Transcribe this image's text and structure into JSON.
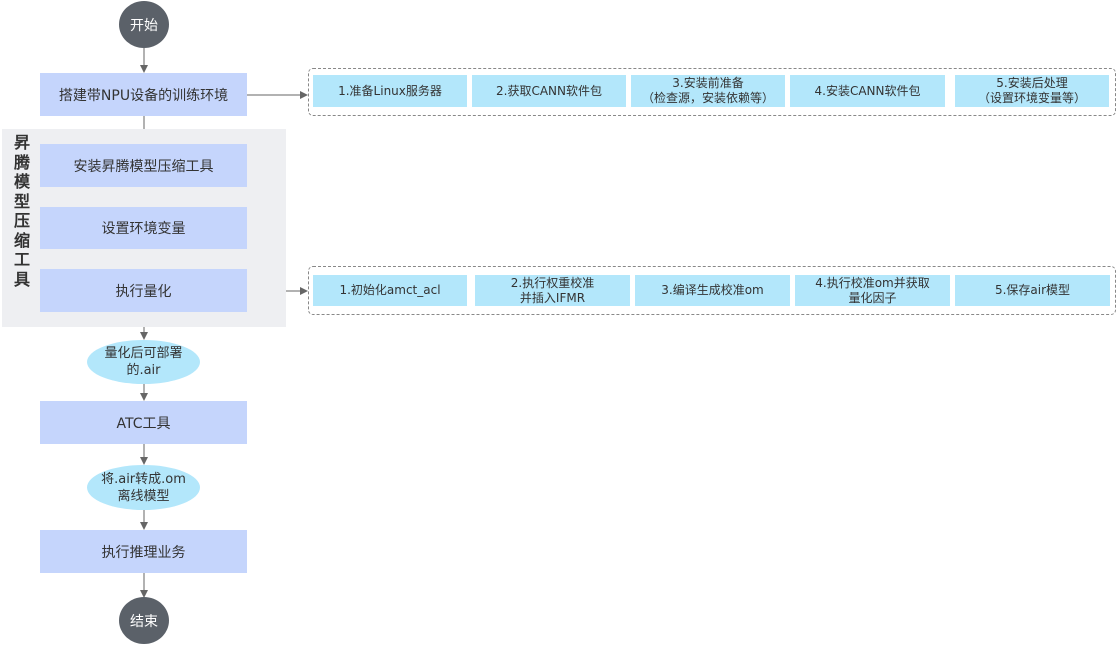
{
  "start_label": "开始",
  "end_label": "结束",
  "steps": {
    "setup_env": "搭建带NPU设备的训练环境",
    "install_tool": "安装昇腾模型压缩工具",
    "set_env_vars": "设置环境变量",
    "run_quant": "执行量化",
    "atc_tool": "ATC工具",
    "run_inference": "执行推理业务"
  },
  "group_label": [
    "昇",
    "腾",
    "模",
    "型",
    "压",
    "缩",
    "工",
    "具"
  ],
  "artifacts": {
    "air_line1": "量化后可部署",
    "air_line2": "的.air",
    "om_line1": "将.air转成.om",
    "om_line2": "离线模型"
  },
  "setup_substeps": [
    [
      "1.准备Linux服务器"
    ],
    [
      "2.获取CANN软件包"
    ],
    [
      "3.安装前准备",
      "（检查源，安装依赖等）"
    ],
    [
      "4.安装CANN软件包"
    ],
    [
      "5.安装后处理",
      "（设置环境变量等）"
    ]
  ],
  "quant_substeps": [
    [
      "1.初始化amct_acl"
    ],
    [
      "2.执行权重校准",
      "并插入IFMR"
    ],
    [
      "3.编译生成校准om"
    ],
    [
      "4.执行校准om并获取",
      "量化因子"
    ],
    [
      "5.保存air模型"
    ]
  ],
  "colors": {
    "terminal": "#5b6169",
    "step": "#c5d5fc",
    "artifact": "#b3e7fb",
    "group_bg": "#eeeff2",
    "arrow": "#666666"
  }
}
